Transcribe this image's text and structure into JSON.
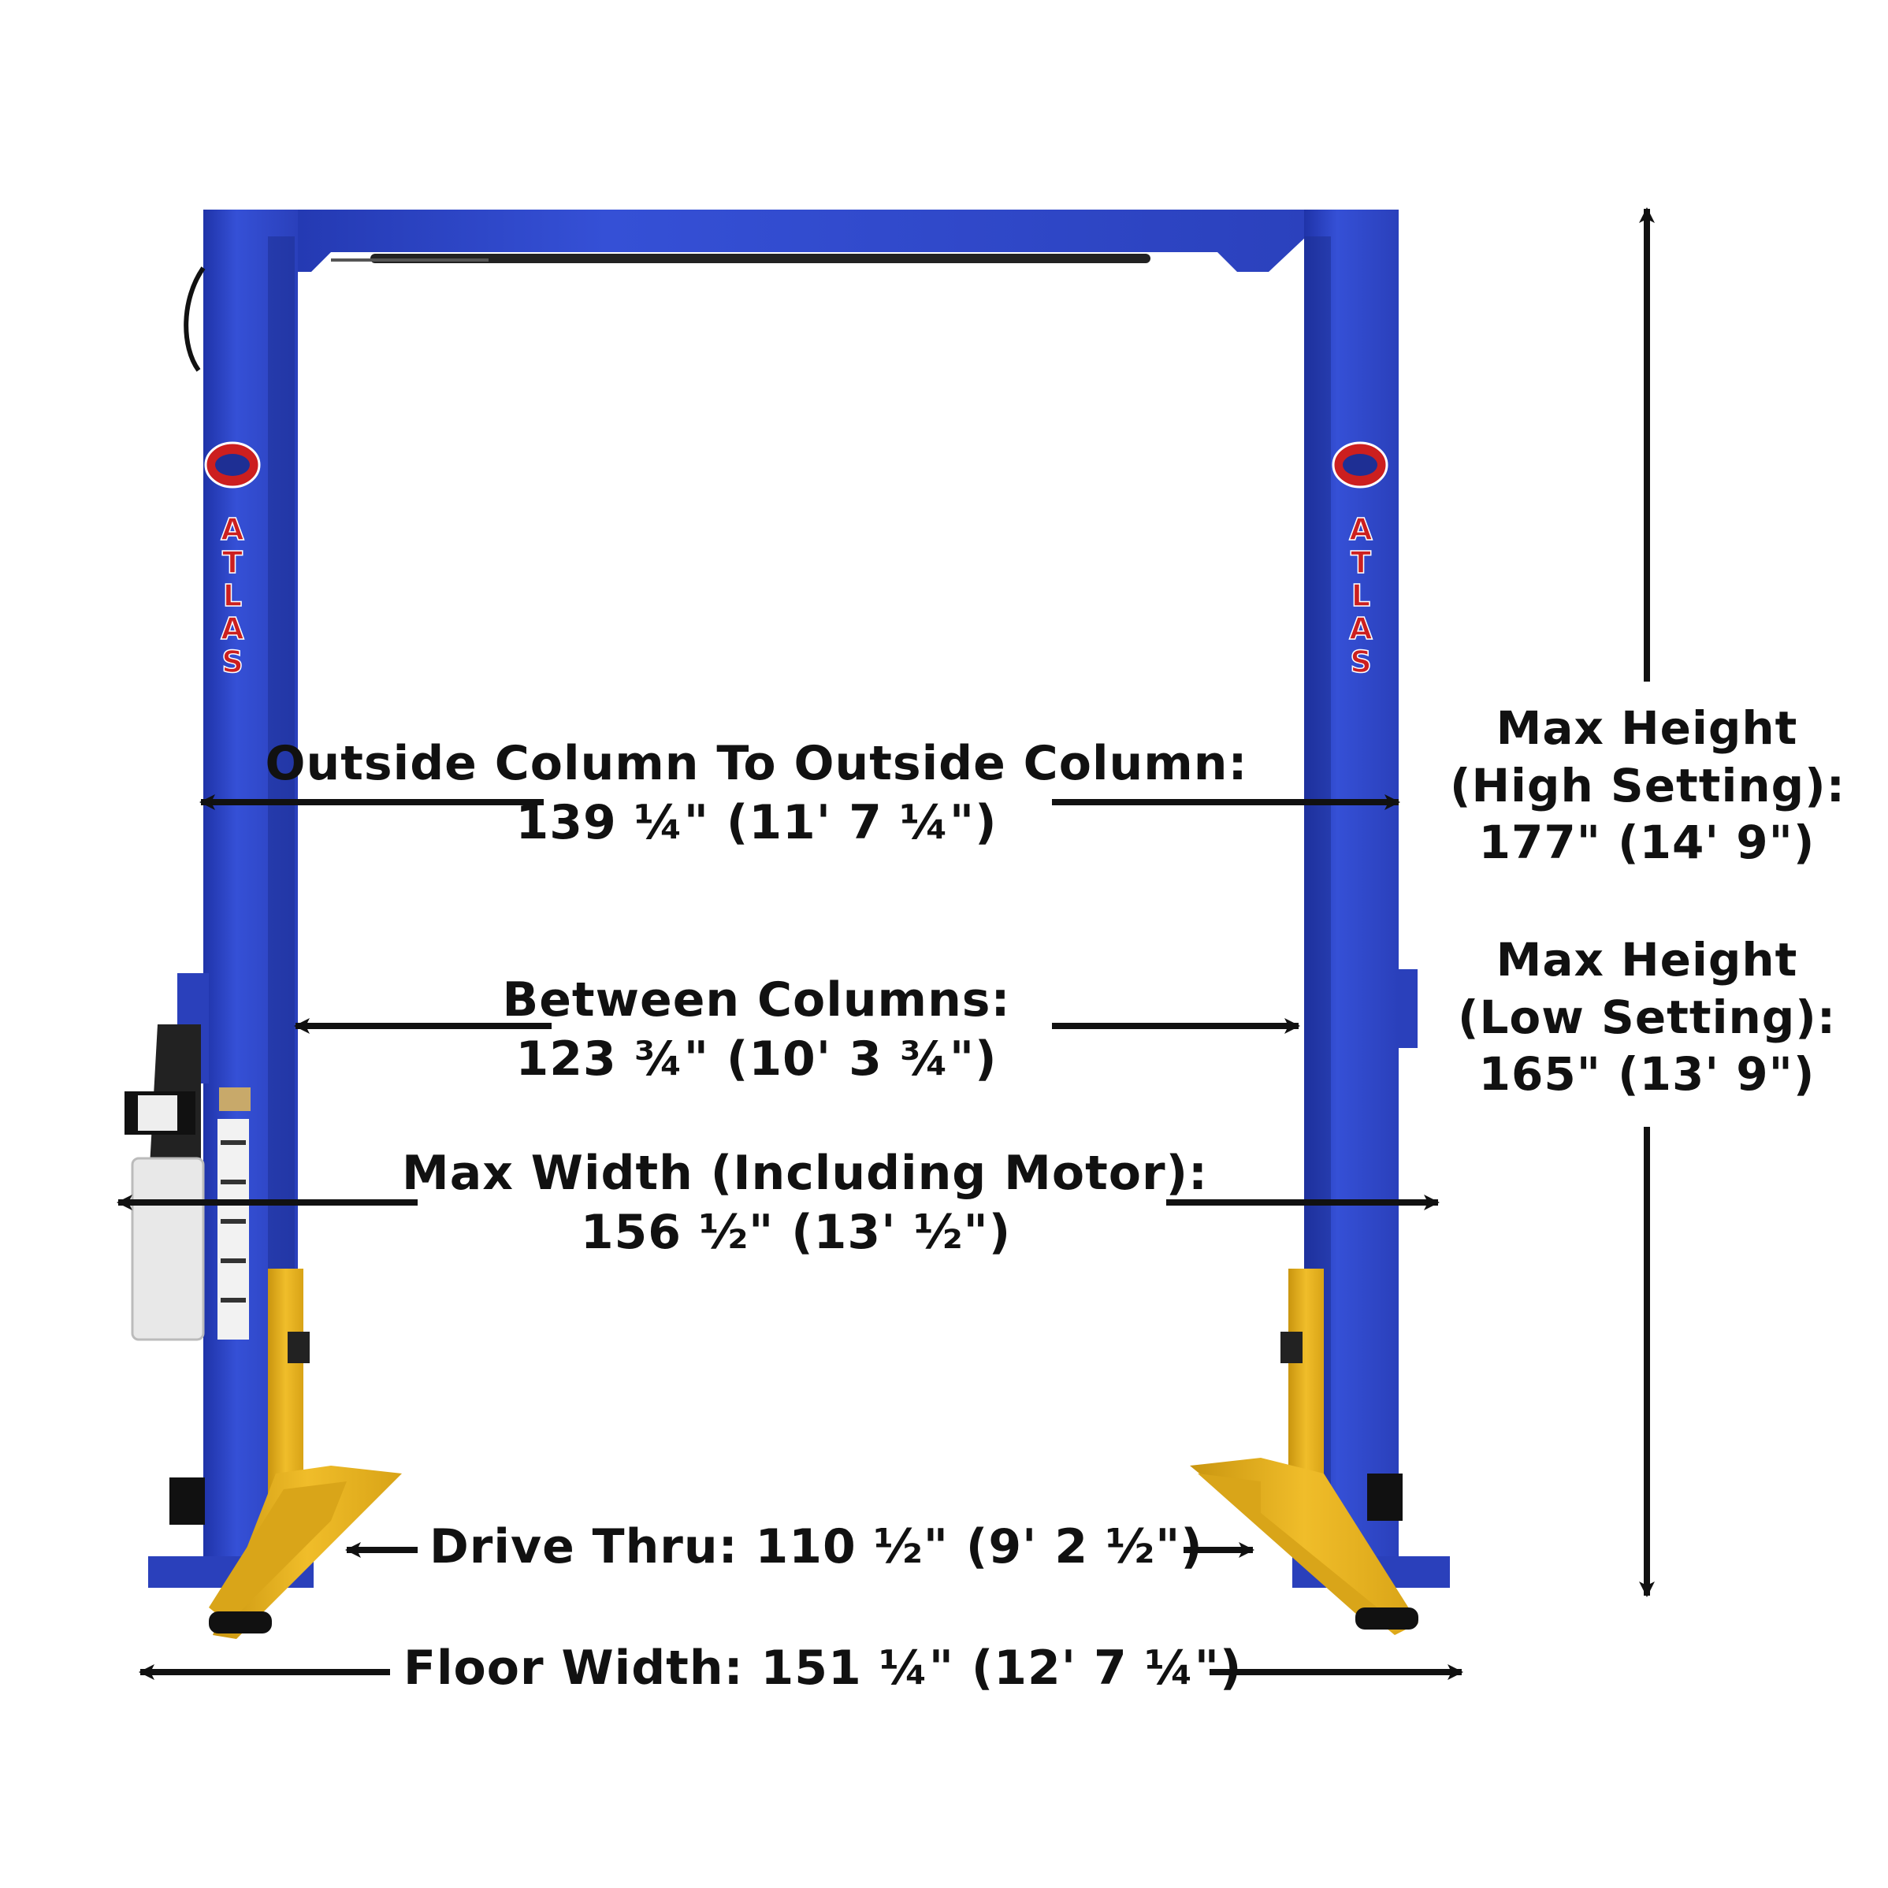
{
  "colors": {
    "column_blue": "#2f45c4",
    "column_dark": "#1e2f94",
    "arm_yellow": "#e9b41f",
    "arm_dark": "#b98a10",
    "arrow": "#111111",
    "logo_red": "#cc1f1f"
  },
  "brand": {
    "logo_text": "ATLAS"
  },
  "dimensions": {
    "outside_columns": {
      "label": "Outside Column To Outside Column:",
      "value": "139 ¼\" (11' 7 ¼\")"
    },
    "between_columns": {
      "label": "Between Columns:",
      "value": "123 ¾\" (10' 3 ¾\")"
    },
    "max_width": {
      "label": "Max Width (Including Motor):",
      "value": "156 ½\" (13' ½\")"
    },
    "drive_thru": {
      "label": "Drive Thru:",
      "value": "110 ½\" (9' 2 ½\")"
    },
    "floor_width": {
      "label": "Floor Width:",
      "value": "151 ¼\" (12' 7 ¼\")"
    },
    "max_height_high": {
      "line1": "Max Height",
      "line2": "(High Setting):",
      "value": "177\" (14' 9\")"
    },
    "max_height_low": {
      "line1": "Max Height",
      "line2": "(Low Setting):",
      "value": "165\" (13' 9\")"
    }
  }
}
